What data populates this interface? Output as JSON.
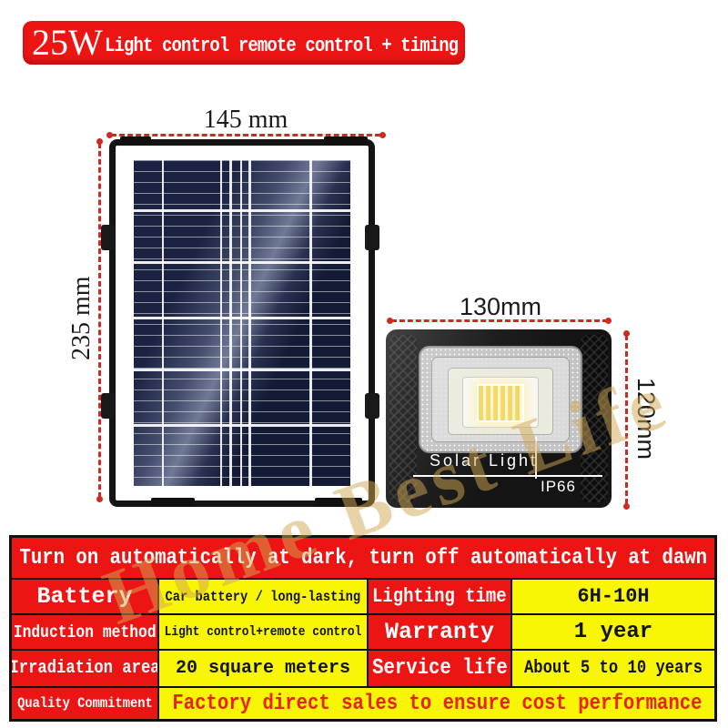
{
  "banner": {
    "wattage": "25W",
    "subtitle": "Light control remote control + timing"
  },
  "panel": {
    "width_label": "145 mm",
    "height_label": "235 mm"
  },
  "light": {
    "width_label": "130mm",
    "height_label": "120mm",
    "brand": "Solar Light",
    "rating": "IP66"
  },
  "watermark": {
    "text": "Home Best Life"
  },
  "table": {
    "header_note": "Turn on automatically at dark, turn off automatically at dawn",
    "rows": [
      {
        "label1": "Battery",
        "value1": "Car battery / long-lasting",
        "label2": "Lighting time",
        "value2": "6H-10H"
      },
      {
        "label1": "Induction method",
        "value1": "Light control+remote control",
        "label2": "Warranty",
        "value2": "1 year"
      },
      {
        "label1": "Irradiation area",
        "value1": "20 square meters",
        "label2": "Service life",
        "value2": "About 5 to 10 years"
      }
    ],
    "footer": {
      "label": "Quality Commitment",
      "value": "Factory direct sales to ensure cost performance"
    }
  },
  "colors": {
    "brand_red": "#ed1414",
    "cell_yellow": "#f8f505",
    "text_red": "#e8220f",
    "dim_red": "#d02a20",
    "watermark_gold": "#d2a855",
    "panel_navy": "#1d2444",
    "led_yellow": "#f2d868"
  }
}
